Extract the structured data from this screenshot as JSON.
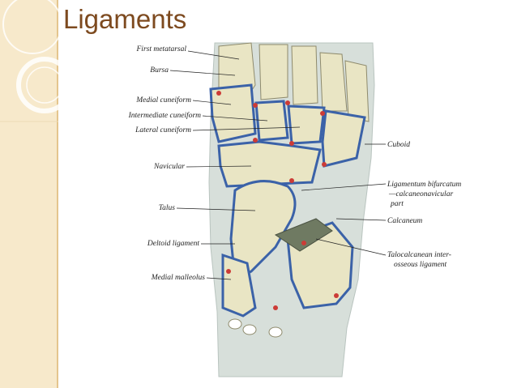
{
  "slide": {
    "title": "Ligaments"
  },
  "diagram": {
    "labels_left": [
      "First metatarsal",
      "Bursa",
      "Medial cuneiform",
      "Intermediate cuneiform",
      "Lateral cuneiform",
      "Navicular",
      "Talus",
      "Deltoid ligament",
      "Medial malleolus"
    ],
    "labels_right": {
      "cuboid": "Cuboid",
      "bifurcatum_1": "Ligamentum bifurcatum",
      "bifurcatum_2": "—calcaneonavicular",
      "bifurcatum_3": "part",
      "calcaneum": "Calcaneum",
      "talocalcanean_1": "Talocalcanean inter-",
      "talocalcanean_2": "osseous ligament"
    },
    "colors": {
      "bone": "#e9e5c4",
      "cartilage": "#3b62a8",
      "ligament": "#cc3b36",
      "soft_tissue": "#d7dfda"
    }
  }
}
